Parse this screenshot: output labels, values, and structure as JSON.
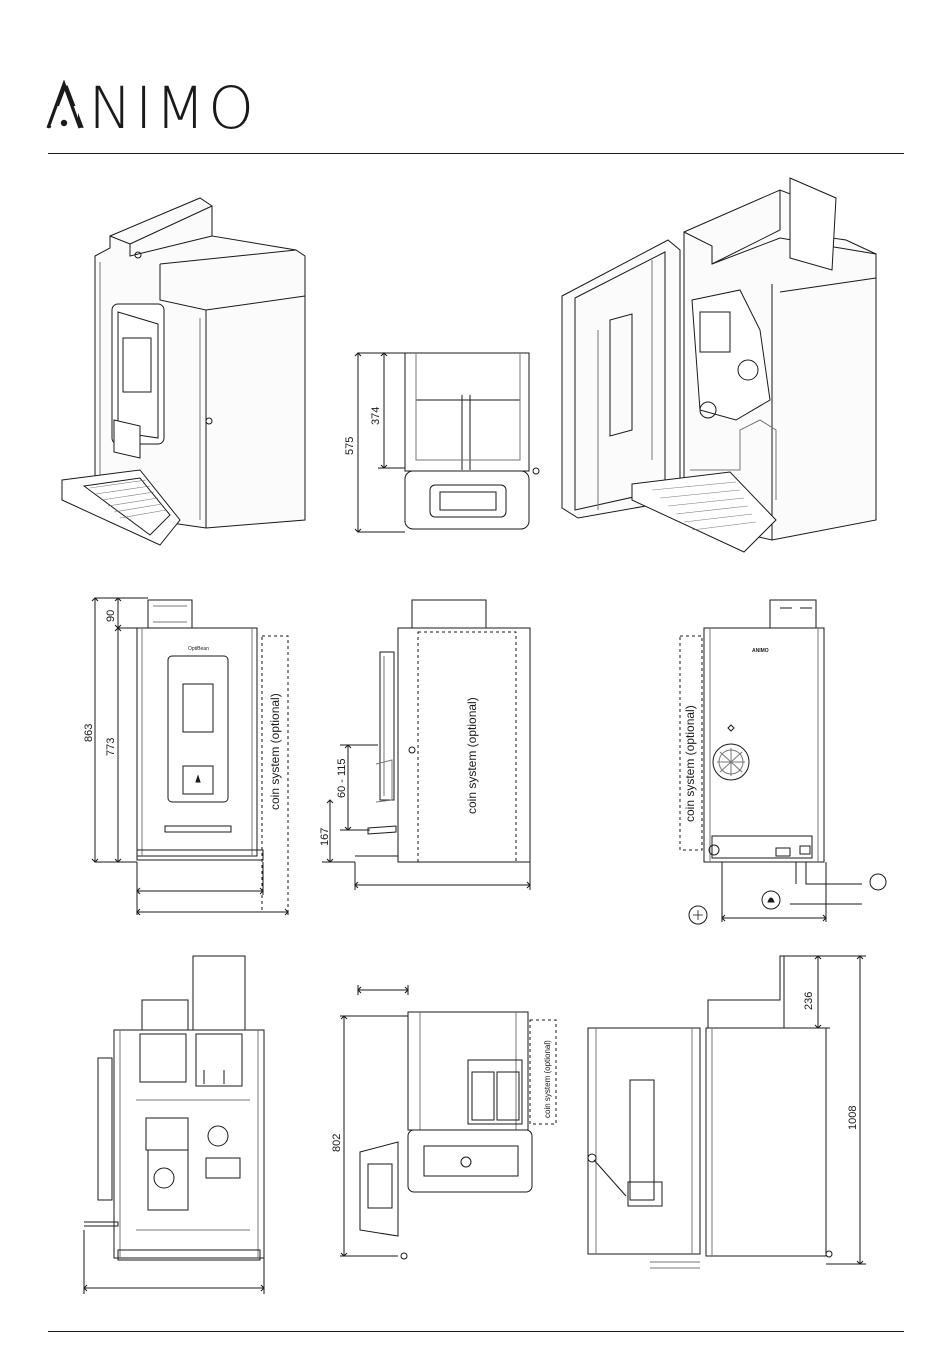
{
  "brand": {
    "name": "ANIMO"
  },
  "colors": {
    "line": "#1a1a1a",
    "light": "#777777",
    "fill": "#f4f4f4"
  },
  "dimensions": {
    "top_total": "575",
    "top_partial": "374",
    "front_total": "863",
    "front_body": "773",
    "front_top": "90",
    "side_adjust": "60 - 115",
    "side_low": "167",
    "bottom_depth": "802",
    "right_height": "1008",
    "right_top": "236"
  },
  "labels": {
    "coin_front": "coin system (optional)",
    "coin_side": "coin system (optional)",
    "coin_back": "coin system (optional)",
    "coin_small": "coin system (optional)",
    "panel_brand": "OptiBean",
    "back_logo": "ANIMO"
  }
}
